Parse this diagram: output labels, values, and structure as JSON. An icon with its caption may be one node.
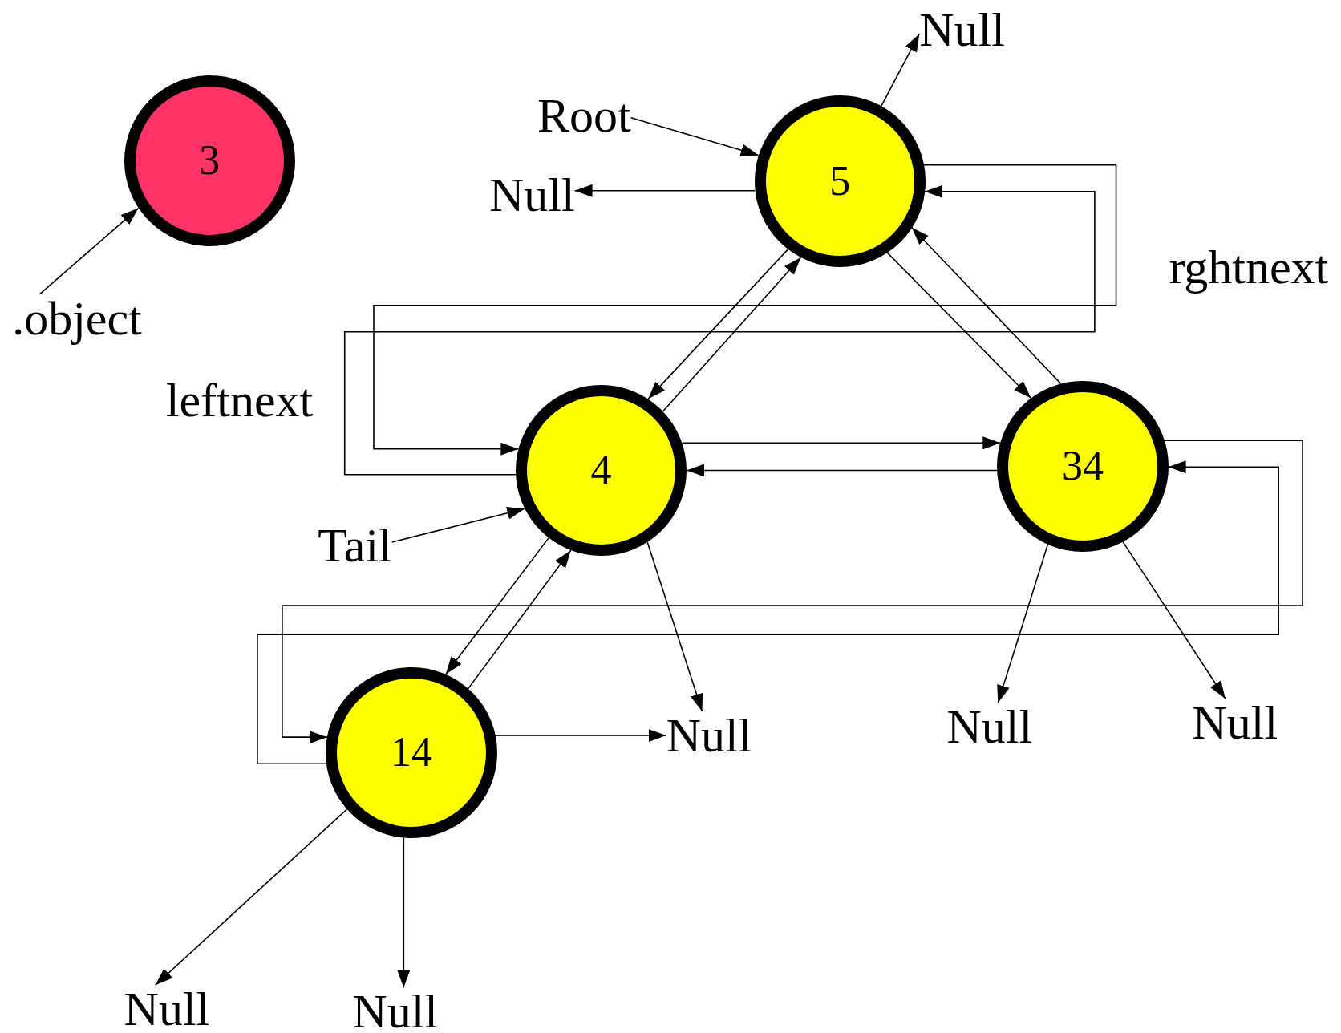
{
  "diagram": {
    "nodes": [
      {
        "text": [
          "3"
        ]
      },
      {
        "text": [
          ".object"
        ]
      },
      {
        "text": [
          "5"
        ]
      },
      {
        "text": [
          "Root"
        ]
      },
      {
        "text": [
          "Null"
        ]
      },
      {
        "text": [
          "Null"
        ]
      },
      {
        "text": [
          "4"
        ]
      },
      {
        "text": [
          "34"
        ]
      },
      {
        "text": [
          "Tail"
        ]
      },
      {
        "text": [
          "14"
        ]
      },
      {
        "text": [
          "Null"
        ]
      },
      {
        "text": [
          "Null"
        ]
      },
      {
        "text": [
          "Null"
        ]
      },
      {
        "text": [
          "Null"
        ]
      },
      {
        "text": [
          "Null"
        ]
      }
    ],
    "edges": [
      {
        "from": 1,
        "to": 0,
        "arrow": "to"
      },
      {
        "from": 3,
        "to": 2,
        "arrow": "to"
      },
      {
        "from": 2,
        "to": 4,
        "arrow": "to"
      },
      {
        "from": 2,
        "to": 5,
        "arrow": "to"
      },
      {
        "from": 2,
        "to": 6,
        "arrow": "to"
      },
      {
        "from": 6,
        "to": 2,
        "arrow": "to"
      },
      {
        "from": 2,
        "to": 7,
        "arrow": "to"
      },
      {
        "from": 7,
        "to": 2,
        "arrow": "to"
      },
      {
        "from": 2,
        "to": 6,
        "arrow": "to"
      },
      {
        "from": 6,
        "to": 2,
        "arrow": "to"
      },
      {
        "from": 6,
        "to": 7,
        "arrow": "to"
      },
      {
        "from": 7,
        "to": 6,
        "arrow": "to"
      },
      {
        "from": 8,
        "to": 6,
        "arrow": "to"
      },
      {
        "from": 6,
        "to": 9,
        "arrow": "to"
      },
      {
        "from": 9,
        "to": 6,
        "arrow": "to"
      },
      {
        "from": 6,
        "to": 10,
        "arrow": "to"
      },
      {
        "from": 7,
        "to": 11,
        "arrow": "to"
      },
      {
        "from": 7,
        "to": 12,
        "arrow": "to"
      },
      {
        "from": 7,
        "to": 9,
        "arrow": "to"
      },
      {
        "from": 9,
        "to": 7,
        "arrow": "to"
      },
      {
        "from": 9,
        "to": 10,
        "arrow": "to"
      },
      {
        "from": 9,
        "to": 13,
        "arrow": "to"
      },
      {
        "from": 9,
        "to": 14,
        "arrow": "to"
      }
    ],
    "labels": [
      "rghtnext",
      "leftnext"
    ]
  }
}
